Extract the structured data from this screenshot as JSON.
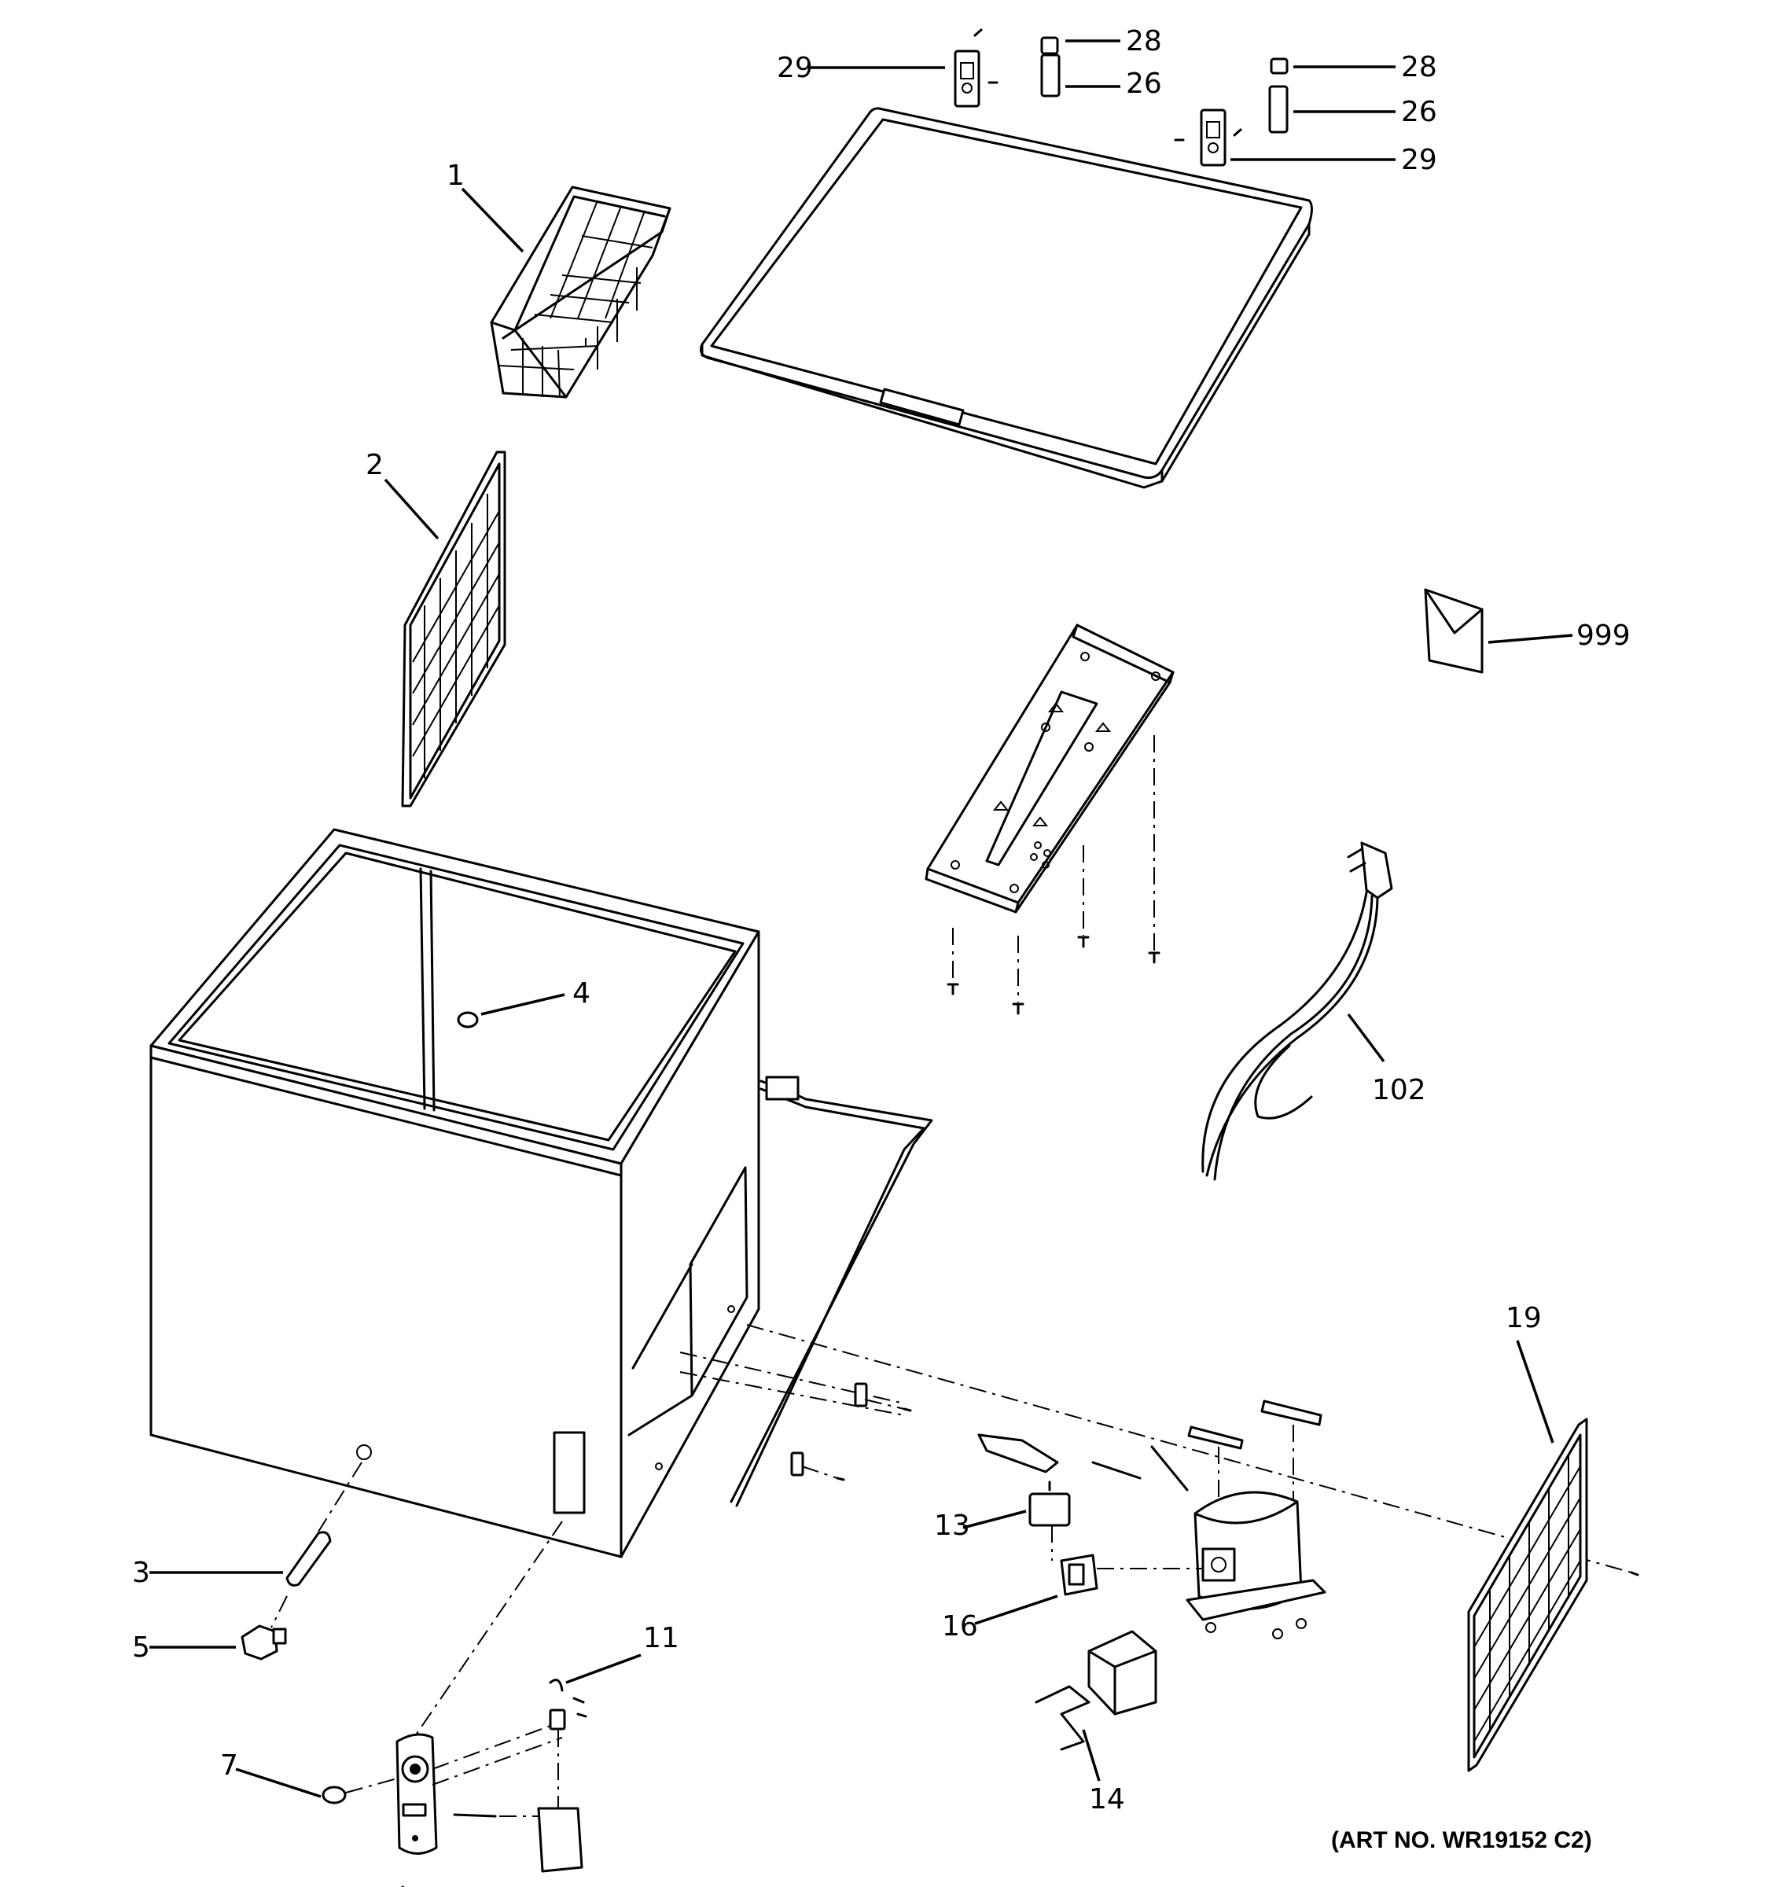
{
  "callouts": {
    "c1": "1",
    "c2": "2",
    "c3": "3",
    "c4": "4",
    "c5": "5",
    "c7": "7",
    "c11": "11",
    "c13": "13",
    "c14": "14",
    "c16": "16",
    "c19": "19",
    "c26a": "26",
    "c26b": "26",
    "c28a": "28",
    "c28b": "28",
    "c29a": "29",
    "c29b": "29",
    "c102": "102",
    "c999": "999"
  },
  "art_number": "(ART NO. WR19152 C2)"
}
